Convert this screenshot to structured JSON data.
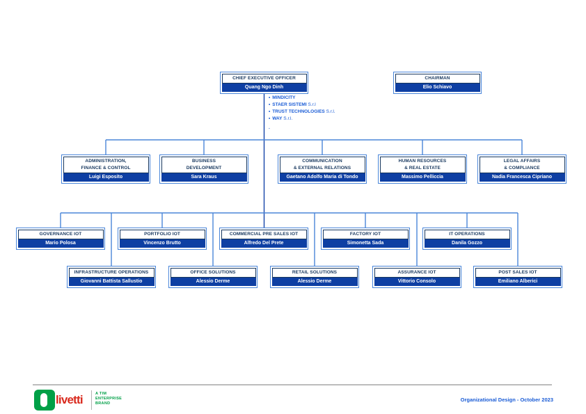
{
  "colors": {
    "connector_blue": "#4a86d9",
    "connector_dark_blue": "#1544a8",
    "node_border_blue": "#4a86d9",
    "node_title_navy": "#17375e",
    "node_name_bar_blue": "#0e3fa3",
    "list_text_blue": "#1a5cd6",
    "brand_green": "#00a047",
    "brand_red": "#d92a1e"
  },
  "chart": {
    "nodes": [
      {
        "title": "CHIEF EXECUTIVE OFFICER",
        "person": "Quang Ngo Dinh"
      },
      {
        "title": "CHAIRMAN",
        "person": "Elio Schiavo"
      },
      {
        "title": "ADMINISTRATION,\nFINANCE & CONTROL",
        "person": "Luigi Esposito"
      },
      {
        "title": "BUSINESS\nDEVELOPMENT",
        "person": "Sara Kraus"
      },
      {
        "title": "COMMUNICATION\n& EXTERNAL RELATIONS",
        "person": "Gaetano Adolfo Maria di Tondo"
      },
      {
        "title": "HUMAN RESOURCES\n& REAL ESTATE",
        "person": "Massimo Pelliccia"
      },
      {
        "title": "LEGAL AFFAIRS\n& COMPLIANCE",
        "person": "Nadia Francesca Cipriano"
      },
      {
        "title": "GOVERNANCE IOT",
        "person": "Mario Polosa"
      },
      {
        "title": "PORTFOLIO IOT",
        "person": "Vincenzo Brutto"
      },
      {
        "title": "COMMERCIAL PRE SALES IOT",
        "person": "Alfredo Del Prete"
      },
      {
        "title": "FACTORY IOT",
        "person": "Simonetta Sada"
      },
      {
        "title": "IT OPERATIONS",
        "person": "Danila Gozzo"
      },
      {
        "title": "INFRASTRUCTURE OPERATIONS",
        "person": "Giovanni Battista Sallustio"
      },
      {
        "title": "OFFICE SOLUTIONS",
        "person": "Alessio Derme"
      },
      {
        "title": "RETAIL SOLUTIONS",
        "person": "Alessio Derme"
      },
      {
        "title": "ASSURANCE IOT",
        "person": "Vittorio Consolo"
      },
      {
        "title": "POST SALES IOT",
        "person": "Emiliano Alberici"
      }
    ],
    "subsidiaries": {
      "bullet": "•",
      "items": [
        {
          "name": "MINDICITY",
          "suffix": ""
        },
        {
          "name": "STAER SISTEMI",
          "suffix": " S.r.l"
        },
        {
          "name": "TRUST TECHNOLOGIES",
          "suffix": " S.r.l."
        },
        {
          "name": "WAY",
          "suffix": " S.r.l."
        }
      ],
      "trailing_dot": "."
    }
  },
  "footer": {
    "logo_text": "livetti",
    "brand_tagline": "A TIM\nENTERPRISE\nBRAND",
    "caption": "Organizational Design - October 2023"
  }
}
